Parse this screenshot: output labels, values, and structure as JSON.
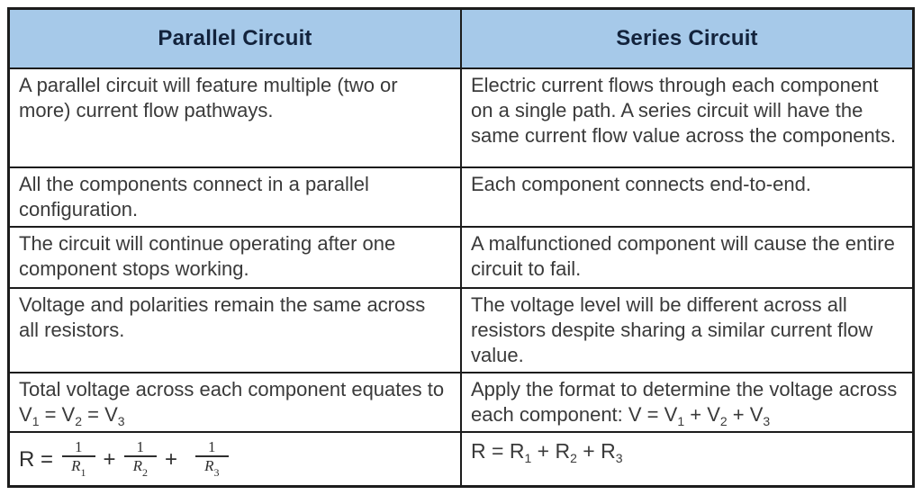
{
  "colors": {
    "header_bg": "#a6c9e9",
    "border": "#1c1c1c",
    "header_text": "#13233c",
    "body_text": "#3a3a3a"
  },
  "header": {
    "parallel": "Parallel Circuit",
    "series": "Series Circuit"
  },
  "rows": [
    {
      "parallel": "A parallel circuit will feature multiple (two or more) current flow pathways.",
      "series": "Electric current flows through each component on a single path. A series circuit will have the same current flow value across the components."
    },
    {
      "parallel": "All the components connect in a parallel configuration.",
      "series": "Each component connects end-to-end."
    },
    {
      "parallel": "The circuit will continue operating after one component stops working.",
      "series": "A malfunctioned component will cause the entire circuit to fail."
    },
    {
      "parallel": "Voltage and polarities remain the same across all resistors.",
      "series": "The voltage level will be different across all resistors despite sharing a similar current flow value."
    }
  ],
  "voltage_row": {
    "parallel": {
      "text": "Total voltage across each component equates to V",
      "sub1": "1",
      "mid1": " = V",
      "sub2": "2",
      "mid2": " = V",
      "sub3": "3"
    },
    "series": {
      "text": "Apply the format to determine the voltage across each component: V = V",
      "sub1": "1",
      "mid1": " + V",
      "sub2": "2",
      "mid2": " + V",
      "sub3": "3"
    }
  },
  "resistance_row": {
    "parallel": {
      "lhs": "R =",
      "num": "1",
      "den": "R",
      "sub1": "1",
      "sub2": "2",
      "sub3": "3",
      "plus": "+"
    },
    "series": {
      "text": "R = R",
      "sub1": "1",
      "mid1": " + R",
      "sub2": "2",
      "mid2": " + R",
      "sub3": "3"
    }
  }
}
